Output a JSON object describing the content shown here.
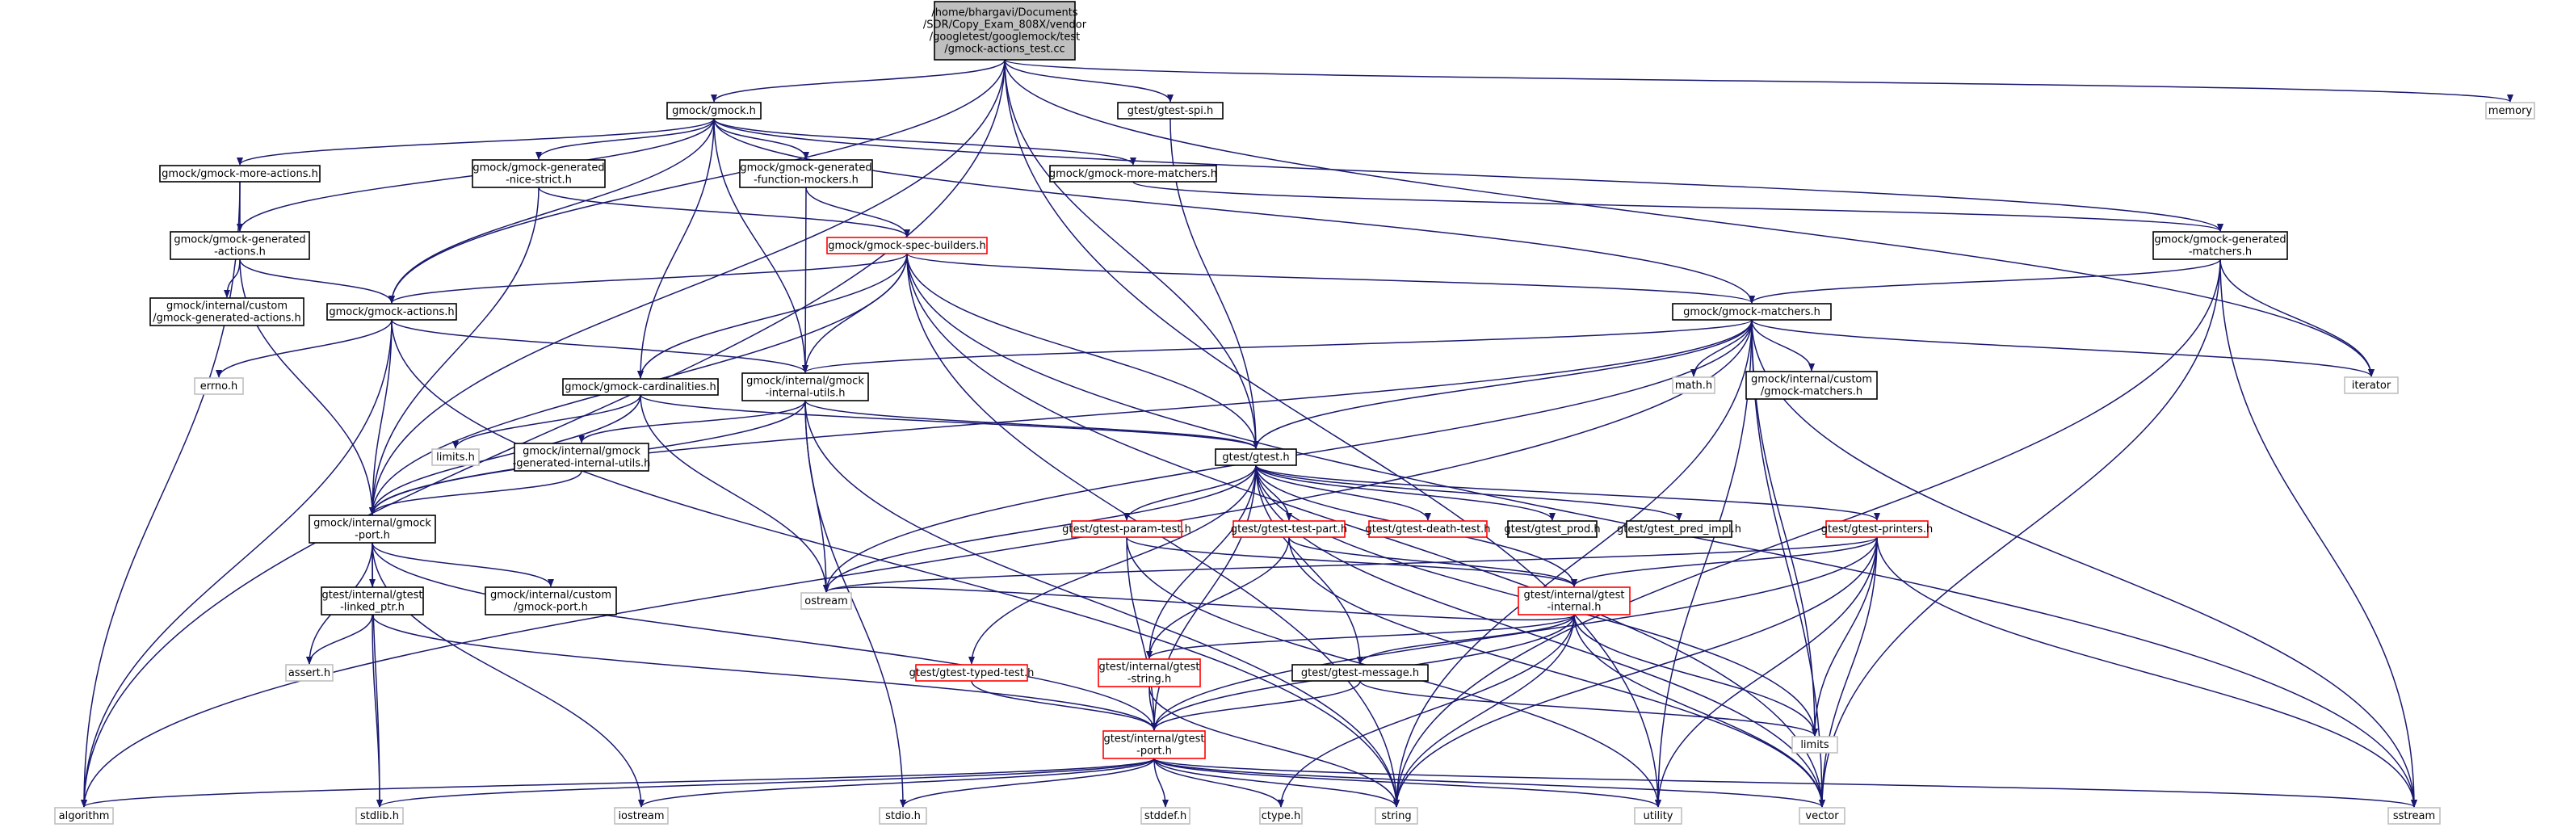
{
  "diagram": {
    "title": "",
    "colors": {
      "root_fill": "#bfbfbf",
      "root_border": "#000000",
      "node_fill": "#ffffff",
      "normal_border": "#000000",
      "truncated_border": "#ff0000",
      "system_border": "#bfbfbf",
      "edge": "#191970"
    },
    "nodes": [
      {
        "id": "root",
        "lines": [
          "/home/bhargavi/Documents",
          "/SDR/Copy_Exam_808X/vendor",
          "/googletest/googlemock/test",
          "/gmock-actions_test.cc"
        ],
        "kind": "root"
      },
      {
        "id": "gmock",
        "lines": [
          "gmock/gmock.h"
        ],
        "kind": "normal"
      },
      {
        "id": "spi",
        "lines": [
          "gtest/gtest-spi.h"
        ],
        "kind": "normal"
      },
      {
        "id": "memory",
        "lines": [
          "memory"
        ],
        "kind": "system"
      },
      {
        "id": "more_actions",
        "lines": [
          "gmock/gmock-more-actions.h"
        ],
        "kind": "normal"
      },
      {
        "id": "nice_strict",
        "lines": [
          "gmock/gmock-generated",
          "-nice-strict.h"
        ],
        "kind": "normal"
      },
      {
        "id": "func_mockers",
        "lines": [
          "gmock/gmock-generated",
          "-function-mockers.h"
        ],
        "kind": "normal"
      },
      {
        "id": "more_matchers",
        "lines": [
          "gmock/gmock-more-matchers.h"
        ],
        "kind": "normal"
      },
      {
        "id": "gen_actions",
        "lines": [
          "gmock/gmock-generated",
          "-actions.h"
        ],
        "kind": "normal"
      },
      {
        "id": "spec_builders",
        "lines": [
          "gmock/gmock-spec-builders.h"
        ],
        "kind": "truncated"
      },
      {
        "id": "gen_matchers",
        "lines": [
          "gmock/gmock-generated",
          "-matchers.h"
        ],
        "kind": "normal"
      },
      {
        "id": "custom_gen_actions",
        "lines": [
          "gmock/internal/custom",
          "/gmock-generated-actions.h"
        ],
        "kind": "normal"
      },
      {
        "id": "actions",
        "lines": [
          "gmock/gmock-actions.h"
        ],
        "kind": "normal"
      },
      {
        "id": "matchers",
        "lines": [
          "gmock/gmock-matchers.h"
        ],
        "kind": "normal"
      },
      {
        "id": "errno",
        "lines": [
          "errno.h"
        ],
        "kind": "system"
      },
      {
        "id": "cardinalities",
        "lines": [
          "gmock/gmock-cardinalities.h"
        ],
        "kind": "normal"
      },
      {
        "id": "internal_utils",
        "lines": [
          "gmock/internal/gmock",
          "-internal-utils.h"
        ],
        "kind": "normal"
      },
      {
        "id": "math",
        "lines": [
          "math.h"
        ],
        "kind": "system"
      },
      {
        "id": "custom_matchers",
        "lines": [
          "gmock/internal/custom",
          "/gmock-matchers.h"
        ],
        "kind": "normal"
      },
      {
        "id": "iterator",
        "lines": [
          "iterator"
        ],
        "kind": "system"
      },
      {
        "id": "limits_h",
        "lines": [
          "limits.h"
        ],
        "kind": "system"
      },
      {
        "id": "gen_internal_utils",
        "lines": [
          "gmock/internal/gmock",
          "-generated-internal-utils.h"
        ],
        "kind": "normal"
      },
      {
        "id": "gtest",
        "lines": [
          "gtest/gtest.h"
        ],
        "kind": "normal"
      },
      {
        "id": "gmock_port",
        "lines": [
          "gmock/internal/gmock",
          "-port.h"
        ],
        "kind": "normal"
      },
      {
        "id": "param_test",
        "lines": [
          "gtest/gtest-param-test.h"
        ],
        "kind": "truncated"
      },
      {
        "id": "test_part",
        "lines": [
          "gtest/gtest-test-part.h"
        ],
        "kind": "truncated"
      },
      {
        "id": "death_test",
        "lines": [
          "gtest/gtest-death-test.h"
        ],
        "kind": "truncated"
      },
      {
        "id": "gtest_prod",
        "lines": [
          "gtest/gtest_prod.h"
        ],
        "kind": "normal"
      },
      {
        "id": "gtest_pred_impl",
        "lines": [
          "gtest/gtest_pred_impl.h"
        ],
        "kind": "normal"
      },
      {
        "id": "printers",
        "lines": [
          "gtest/gtest-printers.h"
        ],
        "kind": "truncated"
      },
      {
        "id": "linked_ptr",
        "lines": [
          "gtest/internal/gtest",
          "-linked_ptr.h"
        ],
        "kind": "normal"
      },
      {
        "id": "custom_port",
        "lines": [
          "gmock/internal/custom",
          "/gmock-port.h"
        ],
        "kind": "normal"
      },
      {
        "id": "ostream",
        "lines": [
          "ostream"
        ],
        "kind": "system"
      },
      {
        "id": "gtest_internal",
        "lines": [
          "gtest/internal/gtest",
          "-internal.h"
        ],
        "kind": "truncated"
      },
      {
        "id": "assert",
        "lines": [
          "assert.h"
        ],
        "kind": "system"
      },
      {
        "id": "typed_test",
        "lines": [
          "gtest/gtest-typed-test.h"
        ],
        "kind": "truncated"
      },
      {
        "id": "gtest_string",
        "lines": [
          "gtest/internal/gtest",
          "-string.h"
        ],
        "kind": "truncated"
      },
      {
        "id": "message",
        "lines": [
          "gtest/gtest-message.h"
        ],
        "kind": "normal"
      },
      {
        "id": "limits",
        "lines": [
          "limits"
        ],
        "kind": "system"
      },
      {
        "id": "gtest_port",
        "lines": [
          "gtest/internal/gtest",
          "-port.h"
        ],
        "kind": "truncated"
      },
      {
        "id": "algorithm",
        "lines": [
          "algorithm"
        ],
        "kind": "system"
      },
      {
        "id": "stdlib",
        "lines": [
          "stdlib.h"
        ],
        "kind": "system"
      },
      {
        "id": "iostream",
        "lines": [
          "iostream"
        ],
        "kind": "system"
      },
      {
        "id": "stdio",
        "lines": [
          "stdio.h"
        ],
        "kind": "system"
      },
      {
        "id": "stddef",
        "lines": [
          "stddef.h"
        ],
        "kind": "system"
      },
      {
        "id": "ctype",
        "lines": [
          "ctype.h"
        ],
        "kind": "system"
      },
      {
        "id": "string",
        "lines": [
          "string"
        ],
        "kind": "system"
      },
      {
        "id": "utility",
        "lines": [
          "utility"
        ],
        "kind": "system"
      },
      {
        "id": "vector",
        "lines": [
          "vector"
        ],
        "kind": "system"
      },
      {
        "id": "sstream",
        "lines": [
          "sstream"
        ],
        "kind": "system"
      }
    ],
    "edges": [
      [
        "root",
        "gmock"
      ],
      [
        "root",
        "spi"
      ],
      [
        "root",
        "memory"
      ],
      [
        "root",
        "actions"
      ],
      [
        "root",
        "gtest"
      ],
      [
        "root",
        "gmock_port"
      ],
      [
        "root",
        "algorithm"
      ],
      [
        "root",
        "iterator"
      ],
      [
        "root",
        "utility"
      ],
      [
        "gmock",
        "more_actions"
      ],
      [
        "gmock",
        "nice_strict"
      ],
      [
        "gmock",
        "func_mockers"
      ],
      [
        "gmock",
        "more_matchers"
      ],
      [
        "gmock",
        "gen_actions"
      ],
      [
        "gmock",
        "gen_matchers"
      ],
      [
        "gmock",
        "matchers"
      ],
      [
        "gmock",
        "actions"
      ],
      [
        "gmock",
        "cardinalities"
      ],
      [
        "gmock",
        "internal_utils"
      ],
      [
        "spi",
        "gtest"
      ],
      [
        "more_actions",
        "gen_actions"
      ],
      [
        "more_actions",
        "algorithm"
      ],
      [
        "nice_strict",
        "spec_builders"
      ],
      [
        "nice_strict",
        "gmock_port"
      ],
      [
        "func_mockers",
        "spec_builders"
      ],
      [
        "func_mockers",
        "internal_utils"
      ],
      [
        "more_matchers",
        "gen_matchers"
      ],
      [
        "gen_actions",
        "custom_gen_actions"
      ],
      [
        "gen_actions",
        "actions"
      ],
      [
        "gen_actions",
        "gmock_port"
      ],
      [
        "spec_builders",
        "actions"
      ],
      [
        "spec_builders",
        "matchers"
      ],
      [
        "spec_builders",
        "cardinalities"
      ],
      [
        "spec_builders",
        "internal_utils"
      ],
      [
        "spec_builders",
        "gtest"
      ],
      [
        "spec_builders",
        "gmock_port"
      ],
      [
        "spec_builders",
        "string"
      ],
      [
        "spec_builders",
        "vector"
      ],
      [
        "spec_builders",
        "sstream"
      ],
      [
        "gen_matchers",
        "matchers"
      ],
      [
        "gen_matchers",
        "iterator"
      ],
      [
        "gen_matchers",
        "string"
      ],
      [
        "gen_matchers",
        "vector"
      ],
      [
        "gen_matchers",
        "sstream"
      ],
      [
        "actions",
        "errno"
      ],
      [
        "actions",
        "internal_utils"
      ],
      [
        "actions",
        "gmock_port"
      ],
      [
        "actions",
        "algorithm"
      ],
      [
        "actions",
        "string"
      ],
      [
        "matchers",
        "internal_utils"
      ],
      [
        "matchers",
        "gtest"
      ],
      [
        "matchers",
        "math"
      ],
      [
        "matchers",
        "custom_matchers"
      ],
      [
        "matchers",
        "iterator"
      ],
      [
        "matchers",
        "gmock_port"
      ],
      [
        "matchers",
        "ostream"
      ],
      [
        "matchers",
        "limits"
      ],
      [
        "matchers",
        "algorithm"
      ],
      [
        "matchers",
        "string"
      ],
      [
        "matchers",
        "utility"
      ],
      [
        "matchers",
        "vector"
      ],
      [
        "matchers",
        "sstream"
      ],
      [
        "cardinalities",
        "limits_h"
      ],
      [
        "cardinalities",
        "gmock_port"
      ],
      [
        "cardinalities",
        "gtest"
      ],
      [
        "cardinalities",
        "ostream"
      ],
      [
        "internal_utils",
        "gen_internal_utils"
      ],
      [
        "internal_utils",
        "gmock_port"
      ],
      [
        "internal_utils",
        "gtest"
      ],
      [
        "internal_utils",
        "ostream"
      ],
      [
        "internal_utils",
        "stdio"
      ],
      [
        "internal_utils",
        "string"
      ],
      [
        "gen_internal_utils",
        "gmock_port"
      ],
      [
        "gtest",
        "param_test"
      ],
      [
        "gtest",
        "test_part"
      ],
      [
        "gtest",
        "death_test"
      ],
      [
        "gtest",
        "gtest_prod"
      ],
      [
        "gtest",
        "gtest_pred_impl"
      ],
      [
        "gtest",
        "printers"
      ],
      [
        "gtest",
        "typed_test"
      ],
      [
        "gtest",
        "gtest_string"
      ],
      [
        "gtest",
        "message"
      ],
      [
        "gtest",
        "gtest_internal"
      ],
      [
        "gtest",
        "gtest_port"
      ],
      [
        "gtest",
        "ostream"
      ],
      [
        "gtest",
        "limits"
      ],
      [
        "gtest",
        "vector"
      ],
      [
        "gmock_port",
        "linked_ptr"
      ],
      [
        "gmock_port",
        "custom_port"
      ],
      [
        "gmock_port",
        "gtest_port"
      ],
      [
        "gmock_port",
        "assert"
      ],
      [
        "gmock_port",
        "stdlib"
      ],
      [
        "gmock_port",
        "iostream"
      ],
      [
        "linked_ptr",
        "assert"
      ],
      [
        "linked_ptr",
        "stdlib"
      ],
      [
        "linked_ptr",
        "gtest_port"
      ],
      [
        "param_test",
        "gtest_internal"
      ],
      [
        "param_test",
        "gtest_port"
      ],
      [
        "param_test",
        "utility"
      ],
      [
        "test_part",
        "gtest_internal"
      ],
      [
        "test_part",
        "gtest_string"
      ],
      [
        "test_part",
        "vector"
      ],
      [
        "printers",
        "gtest_internal"
      ],
      [
        "printers",
        "gtest_port"
      ],
      [
        "printers",
        "ostream"
      ],
      [
        "printers",
        "string"
      ],
      [
        "printers",
        "utility"
      ],
      [
        "printers",
        "vector"
      ],
      [
        "printers",
        "sstream"
      ],
      [
        "printers",
        "limits"
      ],
      [
        "gtest_internal",
        "gtest_string"
      ],
      [
        "gtest_internal",
        "message"
      ],
      [
        "gtest_internal",
        "gtest_port"
      ],
      [
        "gtest_internal",
        "limits"
      ],
      [
        "gtest_internal",
        "string"
      ],
      [
        "gtest_internal",
        "vector"
      ],
      [
        "gtest_internal",
        "ctype"
      ],
      [
        "gtest_internal",
        "ostream"
      ],
      [
        "typed_test",
        "gtest_port"
      ],
      [
        "gtest_string",
        "gtest_port"
      ],
      [
        "gtest_string",
        "string"
      ],
      [
        "message",
        "gtest_port"
      ],
      [
        "message",
        "limits"
      ],
      [
        "gtest_port",
        "algorithm"
      ],
      [
        "gtest_port",
        "stdlib"
      ],
      [
        "gtest_port",
        "iostream"
      ],
      [
        "gtest_port",
        "stdio"
      ],
      [
        "gtest_port",
        "stddef"
      ],
      [
        "gtest_port",
        "ctype"
      ],
      [
        "gtest_port",
        "string"
      ],
      [
        "gtest_port",
        "utility"
      ],
      [
        "gtest_port",
        "vector"
      ],
      [
        "gtest_port",
        "sstream"
      ]
    ]
  }
}
